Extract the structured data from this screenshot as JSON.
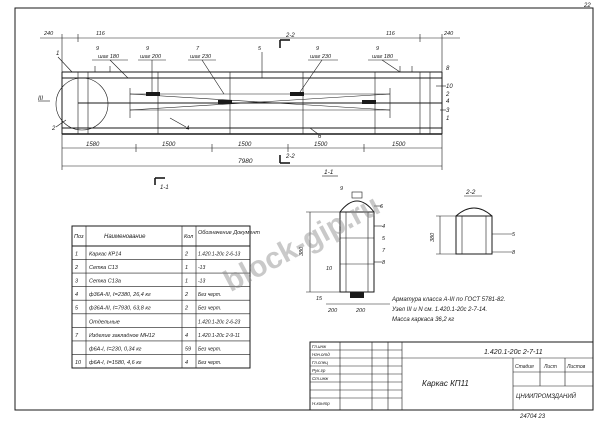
{
  "sheet_number_corner": "22",
  "watermark": "block-gip.ru",
  "stamp_bottom": "24704   23",
  "designation": "1.420.1-20с 2-7-11",
  "title_block": {
    "item_title": "Каркас  КП11",
    "header_stage": "Стадия",
    "header_sheet": "Лист",
    "header_sheets": "Листов",
    "org": "ЦНИИПРОМЗДАНИЙ",
    "row_labels": [
      "Гл.инж",
      "Нач.отд",
      "Гл.спец",
      "Рук.гр",
      "Ст.инж"
    ],
    "sub_label": "Н.контр"
  },
  "section_label": "2-2",
  "view_label": "1-1",
  "roman_label": "III",
  "note_lines": [
    "Арматура  класса А-III по ГОСТ 5781-82.",
    "Узел  III  и  N  см.  1.420.1-20с 2-7-14.",
    "Масса  каркаса   36,2  кг"
  ],
  "spec_table": {
    "headers": [
      "Поз",
      "Наименование",
      "Кол",
      "Обозначение Документ"
    ],
    "rows": [
      {
        "pos": "1",
        "name": "Каркас  КР14",
        "qty": "2",
        "doc": "1.420.1-20с 2-6-13"
      },
      {
        "pos": "2",
        "name": "Сетка  С13",
        "qty": "1",
        "doc": "-13"
      },
      {
        "pos": "3",
        "name": "Сетка  С13а",
        "qty": "1",
        "doc": "-13"
      },
      {
        "pos": "4",
        "name": "ф36А-III, ℓ=2380,  26,4 кг",
        "qty": "2",
        "doc": "Без черт."
      },
      {
        "pos": "5",
        "name": "ф36А-III, ℓ=7930,  63,8 кг",
        "qty": "2",
        "doc": "Без черт."
      },
      {
        "pos": "",
        "name": "Отдельные",
        "qty": "",
        "doc": "1.420.1-20с 2-6-23"
      },
      {
        "pos": "7",
        "name": "Изделие закладное  МН12",
        "qty": "4",
        "doc": "1.420.1-20с 2-9-11"
      },
      {
        "pos": "",
        "name": "ф6А-I, ℓ=230,  0,34 кг",
        "qty": "59",
        "doc": "Без черт."
      },
      {
        "pos": "10",
        "name": "ф6А-I, ℓ=1580,  4,6 кг",
        "qty": "4",
        "doc": "Без черт."
      }
    ]
  },
  "plan_dims": [
    "1580",
    "1500",
    "1500",
    "1500",
    "1500"
  ],
  "plan_total": "7980",
  "plan_top_dims": [
    "240",
    "116",
    "116",
    "240"
  ],
  "plan_leaders": [
    "9",
    "шаг 180",
    "9",
    "шаг 200",
    "7",
    "шаг 230",
    "9",
    "шаг 230",
    "5",
    "9",
    "шаг 180"
  ],
  "plan_refs": [
    "1",
    "2",
    "4",
    "6",
    "8",
    "10",
    "4",
    "3",
    "2",
    "1"
  ],
  "section_dims": [
    "200",
    "200",
    "380",
    "15"
  ],
  "section_refs": [
    "9",
    "6",
    "4",
    "5",
    "7",
    "8",
    "10"
  ],
  "sec22_dims": [
    "380"
  ],
  "sec22_refs": [
    "5",
    "8"
  ]
}
